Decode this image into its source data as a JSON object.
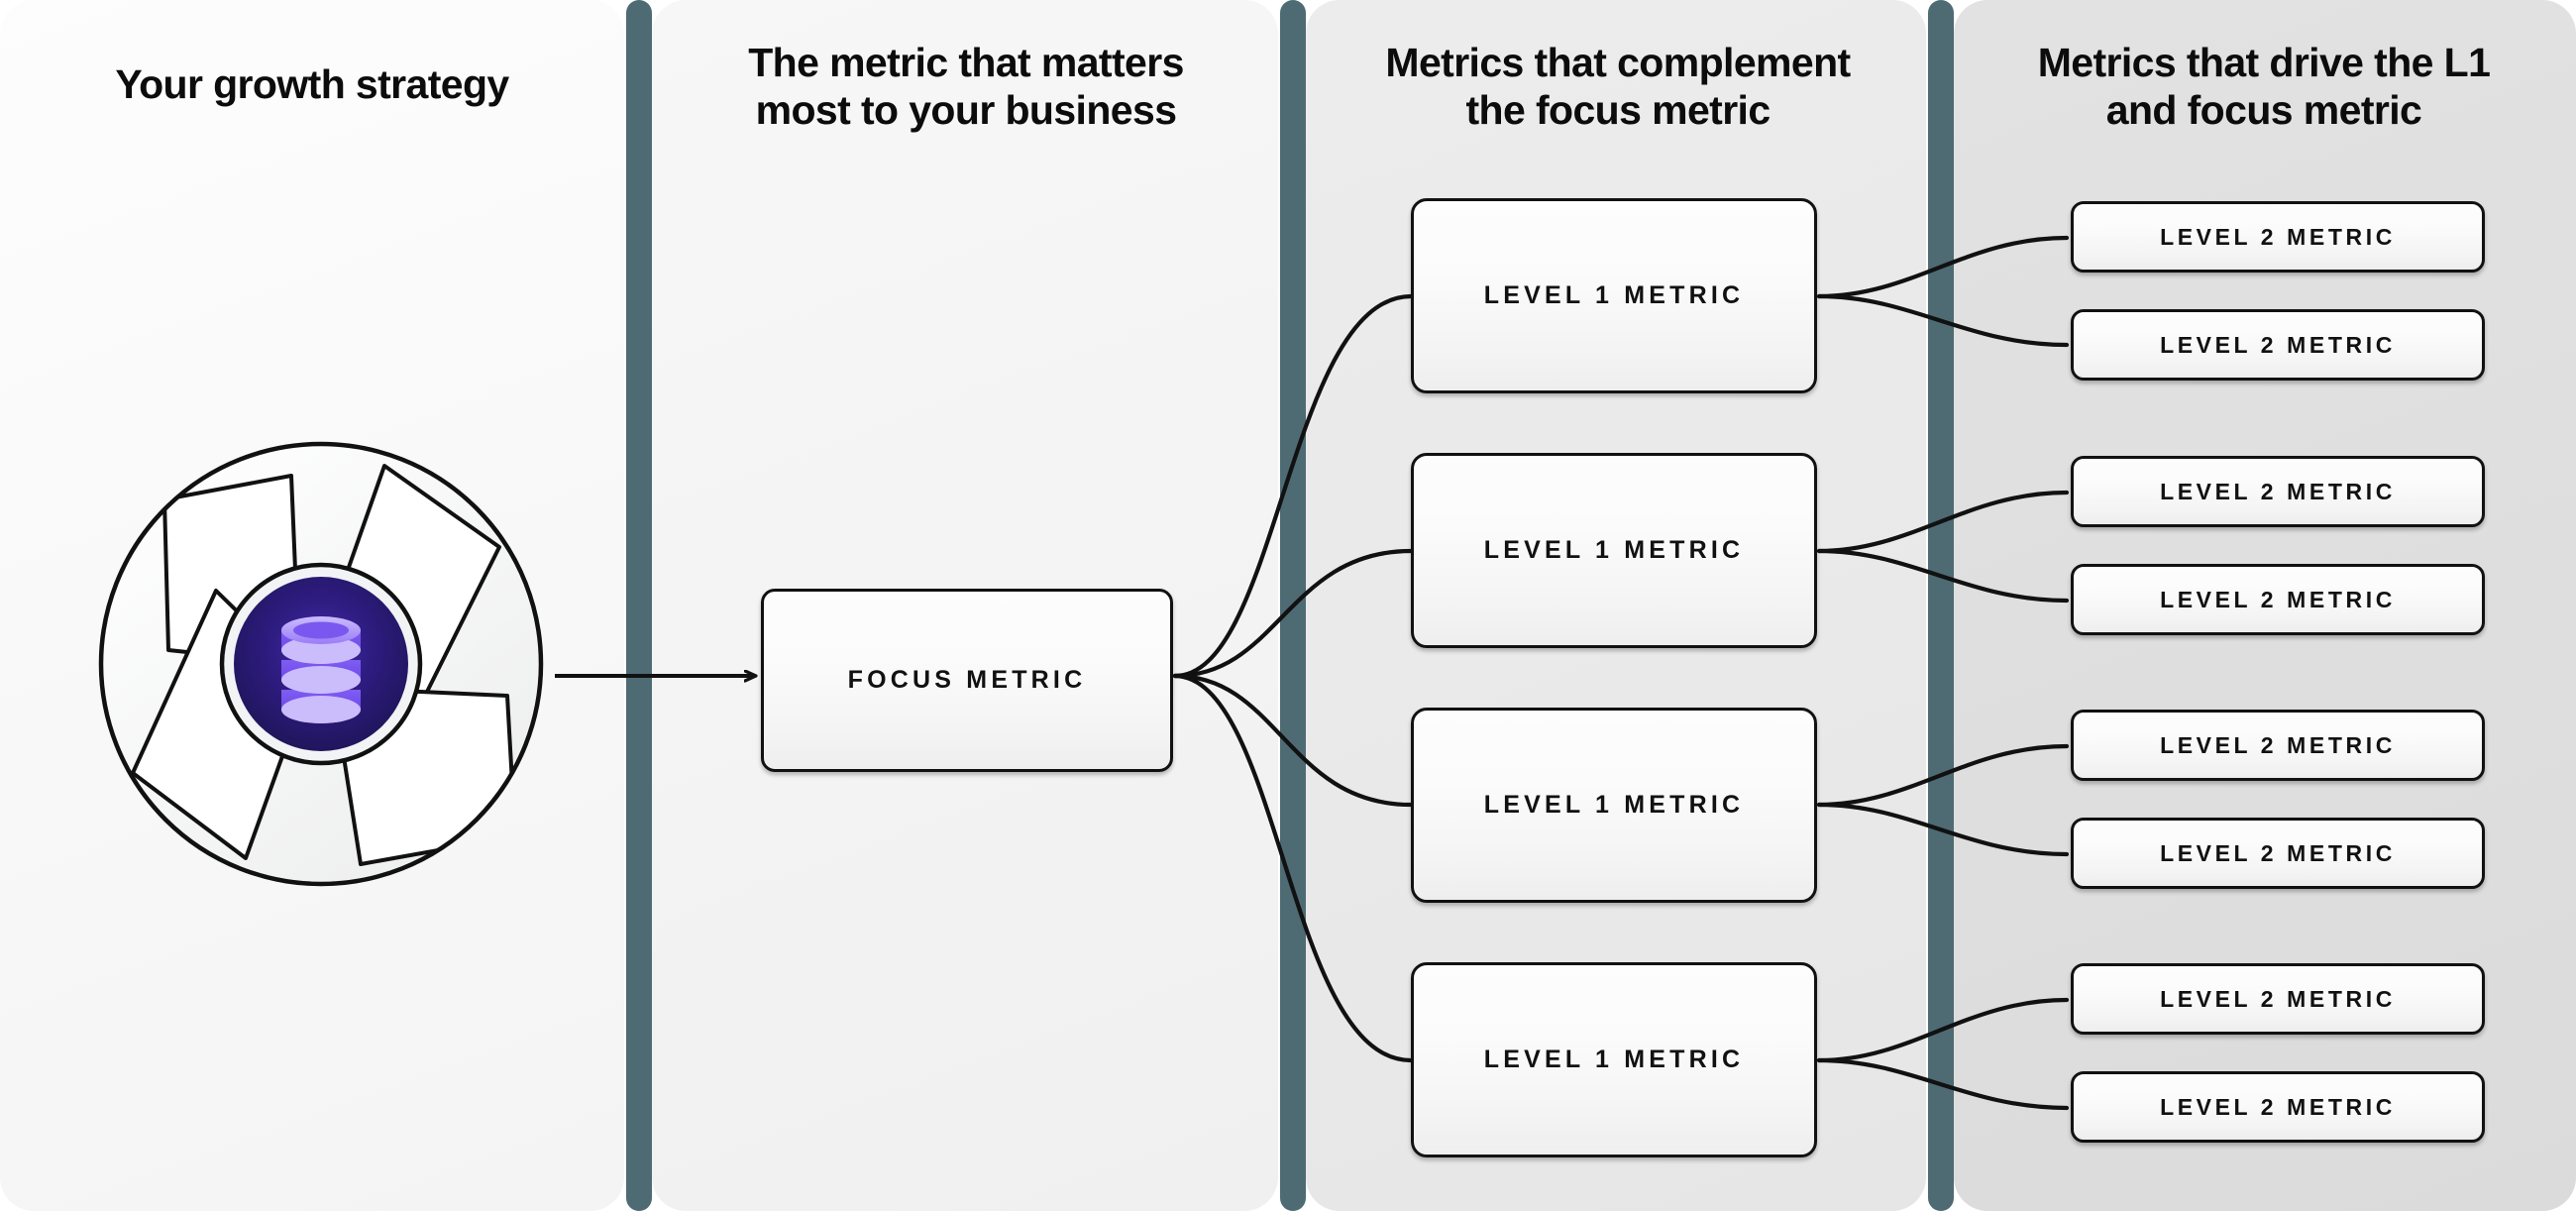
{
  "diagram": {
    "title": "Metric tree / growth strategy framework",
    "columns": [
      {
        "id": "strategy",
        "heading": "Your growth strategy"
      },
      {
        "id": "focus",
        "heading": "The metric that matters\nmost to your business"
      },
      {
        "id": "level1",
        "heading": "Metrics that complement\nthe focus metric"
      },
      {
        "id": "level2",
        "heading": "Metrics that drive the L1\nand focus metric"
      }
    ],
    "headings": {
      "col1": "Your growth strategy",
      "col2_line1": "The metric that matters",
      "col2_line2": "most to your business",
      "col3_line1": "Metrics that complement",
      "col3_line2": "the focus metric",
      "col4_line1": "Metrics that drive the L1",
      "col4_line2": "and focus metric"
    },
    "strategy_icon": {
      "name": "database-aperture-icon",
      "description": "Circular aperture/shutter outline with a dark purple disc holding a stacked database cylinder",
      "outer_ring_stroke": "#111111",
      "disc_color_outer": "#241a63",
      "disc_color_inner": "#3b1f8f",
      "cylinder_color": "#8b6bf5",
      "cylinder_highlight": "#c3b2fb"
    },
    "nodes": {
      "focus": {
        "label": "FOCUS METRIC"
      },
      "level1": [
        {
          "label": "LEVEL 1 METRIC"
        },
        {
          "label": "LEVEL 1 METRIC"
        },
        {
          "label": "LEVEL 1 METRIC"
        },
        {
          "label": "LEVEL 1 METRIC"
        }
      ],
      "level2": [
        {
          "label": "LEVEL 2 METRIC"
        },
        {
          "label": "LEVEL 2 METRIC"
        },
        {
          "label": "LEVEL 2 METRIC"
        },
        {
          "label": "LEVEL 2 METRIC"
        },
        {
          "label": "LEVEL 2 METRIC"
        },
        {
          "label": "LEVEL 2 METRIC"
        },
        {
          "label": "LEVEL 2 METRIC"
        },
        {
          "label": "LEVEL 2 METRIC"
        }
      ]
    },
    "colors": {
      "divider": "#4e6b74",
      "panel_1_bg": "#f8f8f8",
      "panel_2_bg": "#f3f3f3",
      "panel_3_bg": "#e9e9e9",
      "panel_4_bg": "#dedede",
      "node_border": "#111111",
      "node_fill": "#f9f9f9",
      "connector": "#111111",
      "text": "#0c0c0c",
      "accent_purple": "#5b34d6"
    },
    "connectors": {
      "strategy_to_focus": {
        "type": "arrow",
        "from": "strategy-circle",
        "to": "focus-metric"
      },
      "focus_to_level1": {
        "type": "curve-fan",
        "count": 4
      },
      "level1_to_level2": {
        "type": "curve-fan-per-node",
        "branches_per_node": 2
      }
    }
  }
}
